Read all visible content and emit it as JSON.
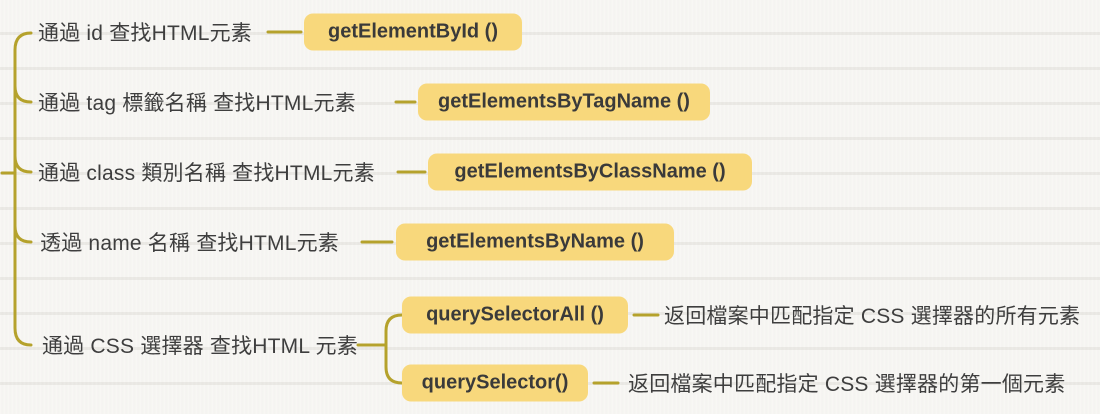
{
  "mindmap": {
    "branches": [
      {
        "label": "通過 id 查找HTML元素",
        "method": "getElementById ()"
      },
      {
        "label": "通過 tag 標籤名稱 查找HTML元素",
        "method": "getElementsByTagName ()"
      },
      {
        "label": "通過 class 類別名稱 查找HTML元素",
        "method": "getElementsByClassName ()"
      },
      {
        "label": "透過 name 名稱 查找HTML元素",
        "method": "getElementsByName ()"
      },
      {
        "label": "通過 CSS 選擇器 查找HTML 元素",
        "children": [
          {
            "method": "querySelectorAll ()",
            "description": "返回檔案中匹配指定 CSS 選擇器的所有元素"
          },
          {
            "method": "querySelector()",
            "description": "返回檔案中匹配指定 CSS 選擇器的第一個元素"
          }
        ]
      }
    ],
    "colors": {
      "branch_line": "#b5a22c",
      "highlight_bg": "#f8d87c",
      "text": "#3e3e3e",
      "background": "#f7f6f3"
    }
  }
}
